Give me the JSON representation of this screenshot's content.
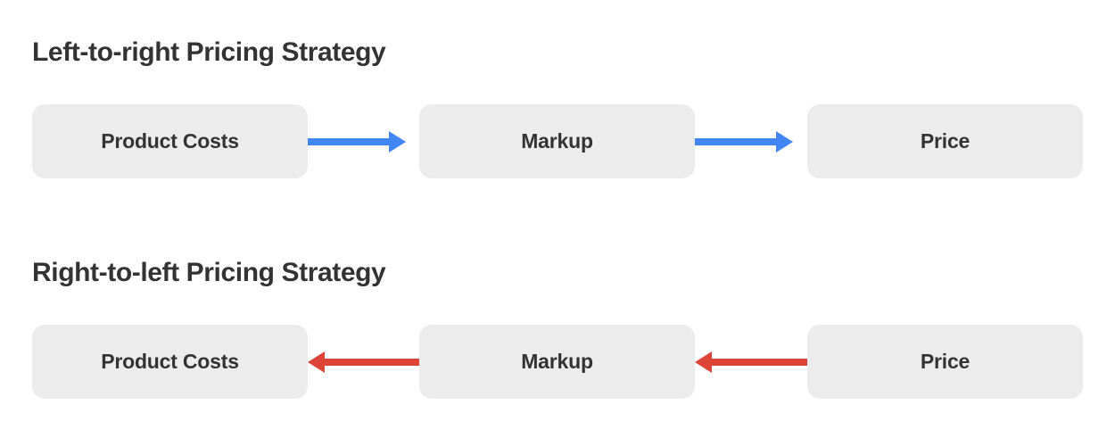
{
  "diagram": {
    "title_semantic": "pricing-strategy-flow-comparison",
    "background_color": "#ffffff",
    "node_fill_color": "#ececec",
    "node_text_color": "#333333",
    "sections": [
      {
        "id": "left-to-right",
        "title": "Left-to-right Pricing Strategy",
        "arrow_color": "#4285f4",
        "arrow_direction": "right",
        "nodes": [
          {
            "label": "Product Costs"
          },
          {
            "label": "Markup"
          },
          {
            "label": "Price"
          }
        ],
        "connectors": [
          {
            "from": "Product Costs",
            "to": "Markup",
            "icon": "arrow-right-icon"
          },
          {
            "from": "Markup",
            "to": "Price",
            "icon": "arrow-right-icon"
          }
        ]
      },
      {
        "id": "right-to-left",
        "title": "Right-to-left Pricing Strategy",
        "arrow_color": "#db4437",
        "arrow_direction": "left",
        "nodes": [
          {
            "label": "Product Costs"
          },
          {
            "label": "Markup"
          },
          {
            "label": "Price"
          }
        ],
        "connectors": [
          {
            "from": "Markup",
            "to": "Product Costs",
            "icon": "arrow-left-icon"
          },
          {
            "from": "Price",
            "to": "Markup",
            "icon": "arrow-left-icon"
          }
        ]
      }
    ]
  }
}
